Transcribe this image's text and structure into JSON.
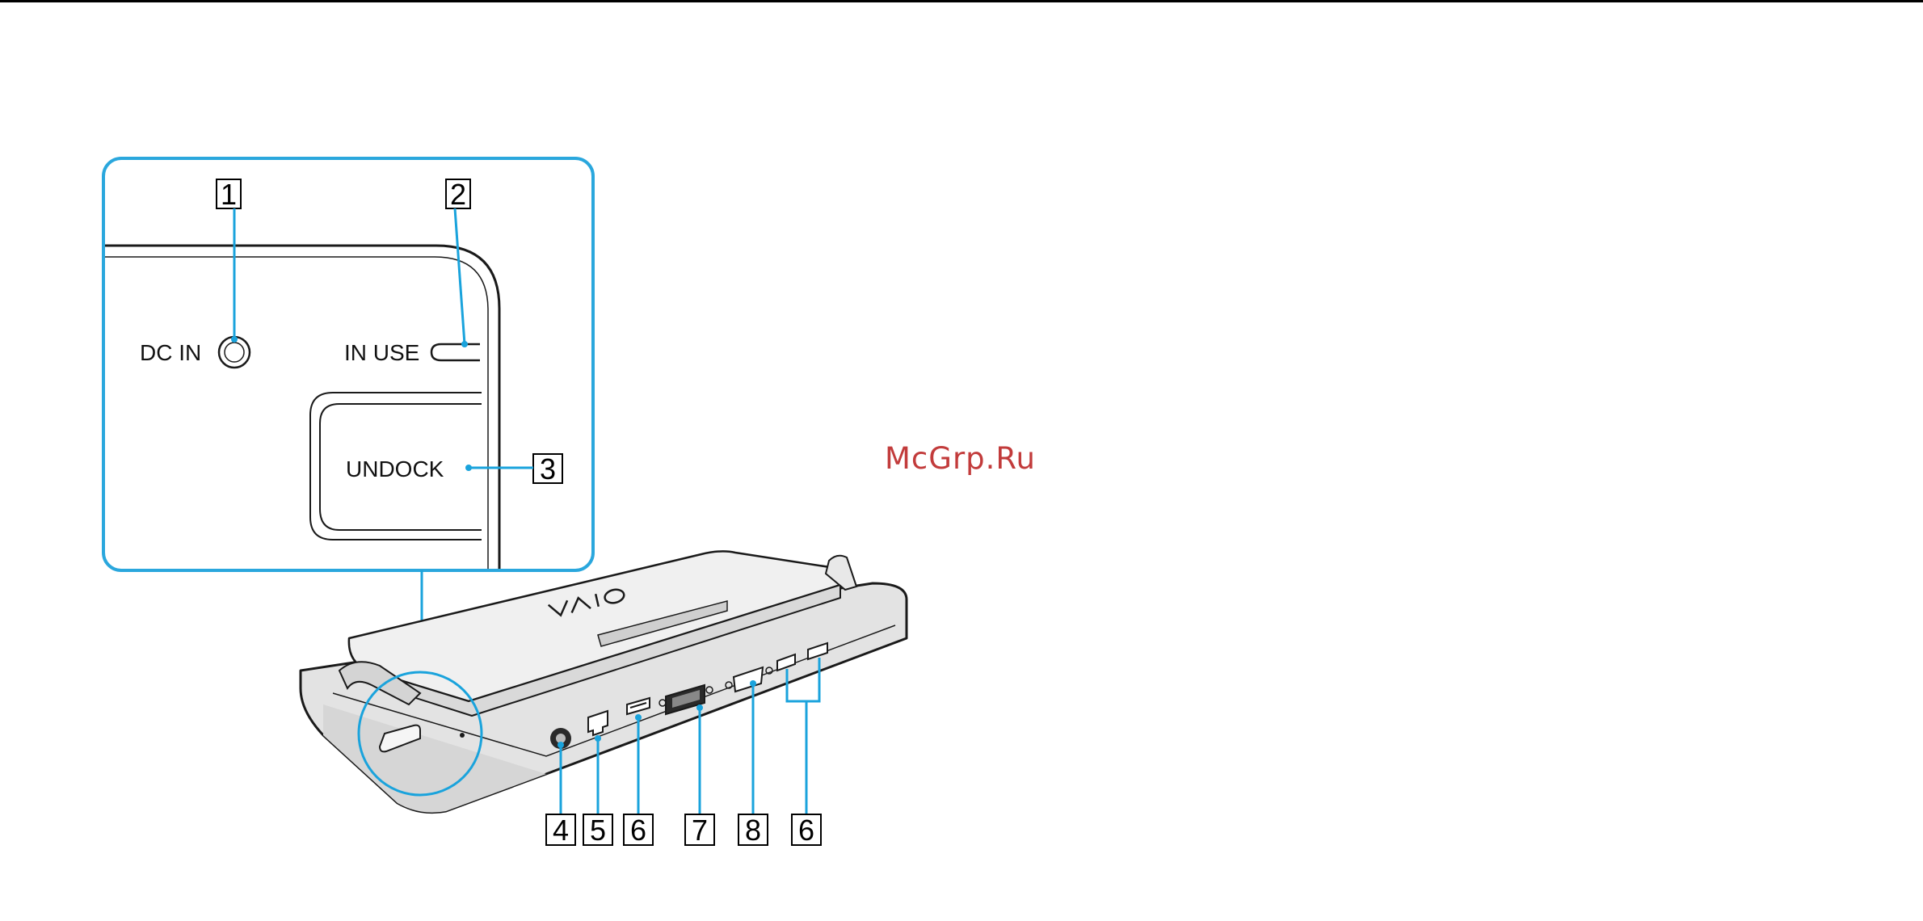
{
  "inset": {
    "dc_in_label": "DC IN",
    "in_use_label": "IN USE",
    "undock_label": "UNDOCK"
  },
  "callouts": [
    {
      "number": "1",
      "target": "DC IN jack"
    },
    {
      "number": "2",
      "target": "IN USE indicator"
    },
    {
      "number": "3",
      "target": "UNDOCK button"
    },
    {
      "number": "4",
      "target": "DC IN port"
    },
    {
      "number": "5",
      "target": "Network port"
    },
    {
      "number": "6",
      "target": "USB port"
    },
    {
      "number": "7",
      "target": "DVI-D port"
    },
    {
      "number": "8",
      "target": "Monitor port"
    },
    {
      "number": "6",
      "target": "USB ports"
    }
  ],
  "device_logo": "VAIO",
  "watermark": "McGrp.Ru",
  "colors": {
    "callout_line": "#1aa3dc",
    "inset_border": "#2aa7dd",
    "watermark": "#c23b3b",
    "device_body": "#e6e6e6",
    "device_top": "#ededed",
    "device_edge": "#1a1a1a"
  }
}
